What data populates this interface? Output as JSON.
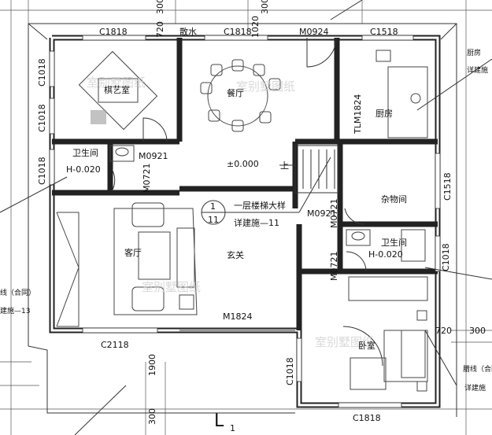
{
  "rooms": {
    "tea": "棋艺室",
    "dining": "餐厅",
    "kitchen": "厨房",
    "bath1": "卫生间",
    "bath1_level": "H-0.020",
    "level": "±0.000",
    "up": "上",
    "storage": "杂物间",
    "living": "客厅",
    "foyer": "玄关",
    "bath2": "卫生间",
    "bath2_level": "H-0.020",
    "bedroom": "卧室"
  },
  "openings": {
    "c1818_top_left": "C1818",
    "c1818_top_mid": "C1818",
    "m0924": "M0924",
    "c1518_top": "C1518",
    "c1018_left_1": "C1018",
    "c1018_left_2": "C1018",
    "c1018_left_3": "C1018",
    "m0921_a": "M0921",
    "m0721_a": "M0721",
    "tlm1824": "TLM1824",
    "c1518_right": "C1518",
    "m0921_b": "M0921",
    "m0721_b": "M0721",
    "m0721_c": "M0721",
    "c1018_right": "C1018",
    "m1824": "M1824",
    "c2118": "C2118",
    "c1018_bottom_mid": "C1018",
    "c1818_bottom": "C1818",
    "sanshui": "散水"
  },
  "dimensions": {
    "d300_top": "300",
    "d720_top": "720",
    "d1020": "1020",
    "d300_top2": "300",
    "d720_right": "720",
    "d300_right": "300",
    "d1900": "1900",
    "d300_bottom": "300"
  },
  "callouts": {
    "stair_num": "1",
    "stair_sheet": "11",
    "stair_title": "一层楼梯大样",
    "stair_ref": "详建施—11",
    "left_line": "线（合同）",
    "left_ref": "建施—13",
    "right_kitchen_1": "厨房",
    "right_kitchen_2": "详建施",
    "right_line": "腊线（合同",
    "right_ref": "详建施"
  },
  "section_mark": {
    "letter": "L",
    "sub": "1"
  },
  "watermark": "室别墅图纸"
}
